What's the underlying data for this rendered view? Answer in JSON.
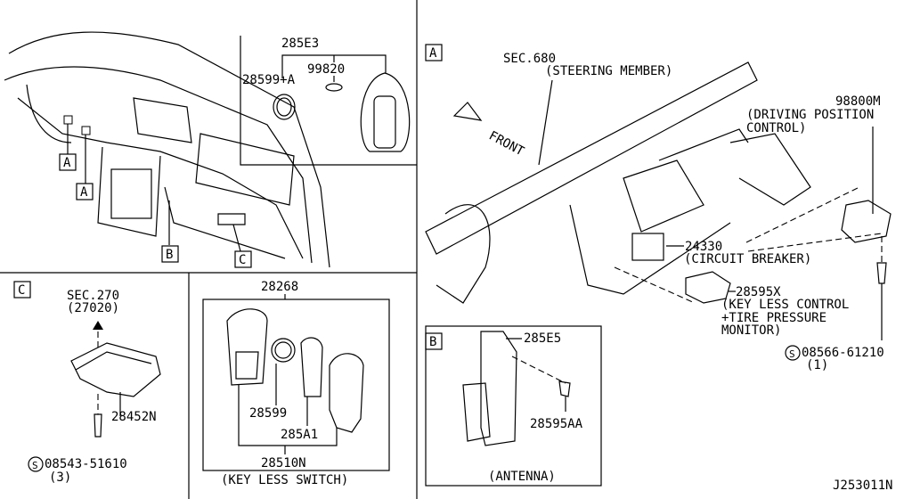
{
  "diagram_id": "J253011N",
  "callouts": {
    "A": "A",
    "B": "B",
    "C": "C"
  },
  "top_left": {
    "part_285E3": "285E3",
    "part_99820": "99820",
    "part_28599A": "28599+A"
  },
  "section_a": {
    "sec_ref": "SEC.680",
    "sec_desc": "(STEERING MEMBER)",
    "front": "FRONT",
    "part_98800M": "98800M",
    "part_98800M_desc1": "(DRIVING POSITION",
    "part_98800M_desc2": "CONTROL)",
    "part_24330": "24330",
    "part_24330_desc": "(CIRCUIT BREAKER)",
    "part_28595X": "28595X",
    "part_28595X_desc1": "(KEY LESS CONTROL",
    "part_28595X_desc2": "+TIRE PRESSURE",
    "part_28595X_desc3": "MONITOR)",
    "screw": "08566-61210",
    "screw_qty": "(1)"
  },
  "section_c": {
    "sec_ref": "SEC.270",
    "sec_sub": "(27020)",
    "part_28452N": "28452N",
    "screw": "08543-51610",
    "screw_qty": "(3)"
  },
  "keyless": {
    "part_28268": "28268",
    "part_28599": "28599",
    "part_285A1": "285A1",
    "part_28510N": "28510N",
    "caption": "(KEY LESS SWITCH)"
  },
  "section_b": {
    "part_285E5": "285E5",
    "part_28595AA": "28595AA",
    "caption": "(ANTENNA)"
  },
  "symbols": {
    "s": "S"
  }
}
